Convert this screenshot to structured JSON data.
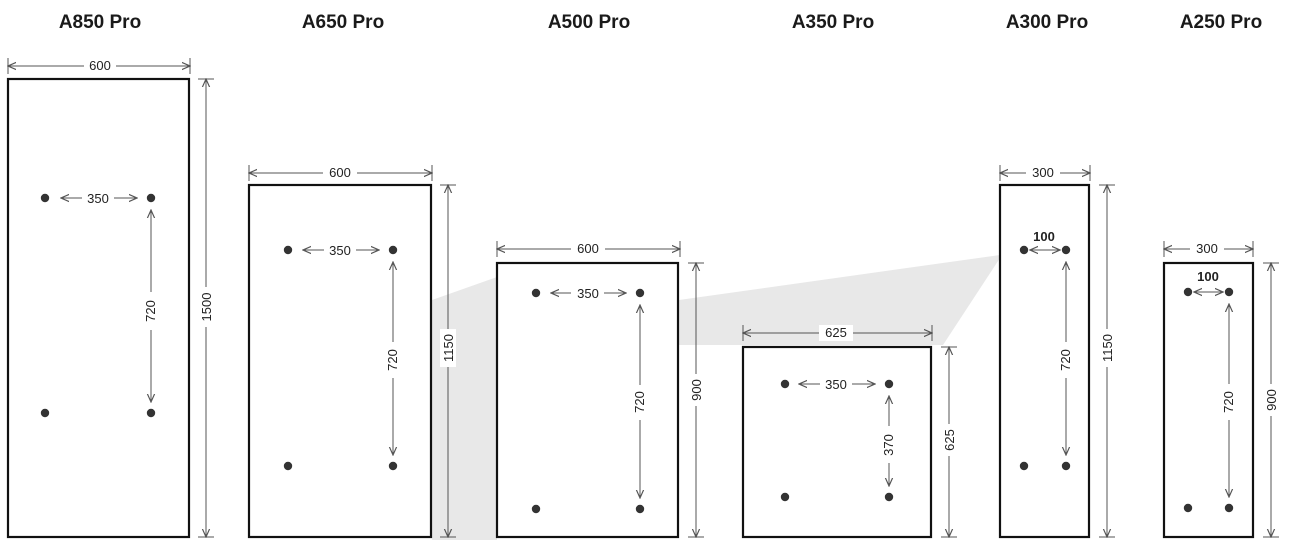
{
  "colors": {
    "outline": "#111111",
    "dimension_line": "#555555",
    "hole": "#333333",
    "band": "#e6e6e6"
  },
  "models": [
    {
      "title": "A850 Pro",
      "width_label": "600",
      "height_label": "1500",
      "hole_h_label": "350",
      "hole_v_label": "720"
    },
    {
      "title": "A650 Pro",
      "width_label": "600",
      "height_label": "1150",
      "hole_h_label": "350",
      "hole_v_label": "720"
    },
    {
      "title": "A500 Pro",
      "width_label": "600",
      "height_label": "900",
      "hole_h_label": "350",
      "hole_v_label": "720"
    },
    {
      "title": "A350 Pro",
      "width_label": "625",
      "height_label": "625",
      "hole_h_label": "350",
      "hole_v_label": "370"
    },
    {
      "title": "A300 Pro",
      "width_label": "300",
      "height_label": "1150",
      "hole_h_label": "100",
      "hole_v_label": "720"
    },
    {
      "title": "A250 Pro",
      "width_label": "300",
      "height_label": "900",
      "hole_h_label": "100",
      "hole_v_label": "720"
    }
  ]
}
